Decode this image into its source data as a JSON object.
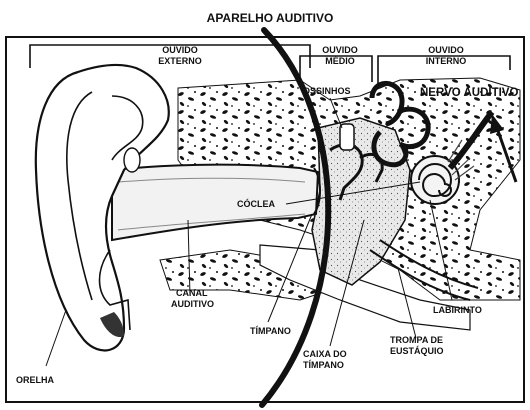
{
  "title": "APARELHO AUDITIVO",
  "sections": {
    "outer_line1": "OUVIDO",
    "outer_line2": "EXTERNO",
    "middle_line1": "OUVIDO",
    "middle_line2": "MÉDIO",
    "inner_line1": "OUVIDO",
    "inner_line2": "INTERNO"
  },
  "labels": {
    "ossinhos": "OSSINHOS",
    "nervo": "NERVO AUDITIVO",
    "coclea": "CÓCLEA",
    "canal_line1": "CANAL",
    "canal_line2": "AUDITIVO",
    "labirinto": "LABIRINTO",
    "timpano": "TÍMPANO",
    "trompa_line1": "TROMPA DE",
    "trompa_line2": "EUSTÁQUIO",
    "caixa_line1": "CAIXA DO",
    "caixa_line2": "TÍMPANO",
    "orelha": "ORELHA"
  }
}
